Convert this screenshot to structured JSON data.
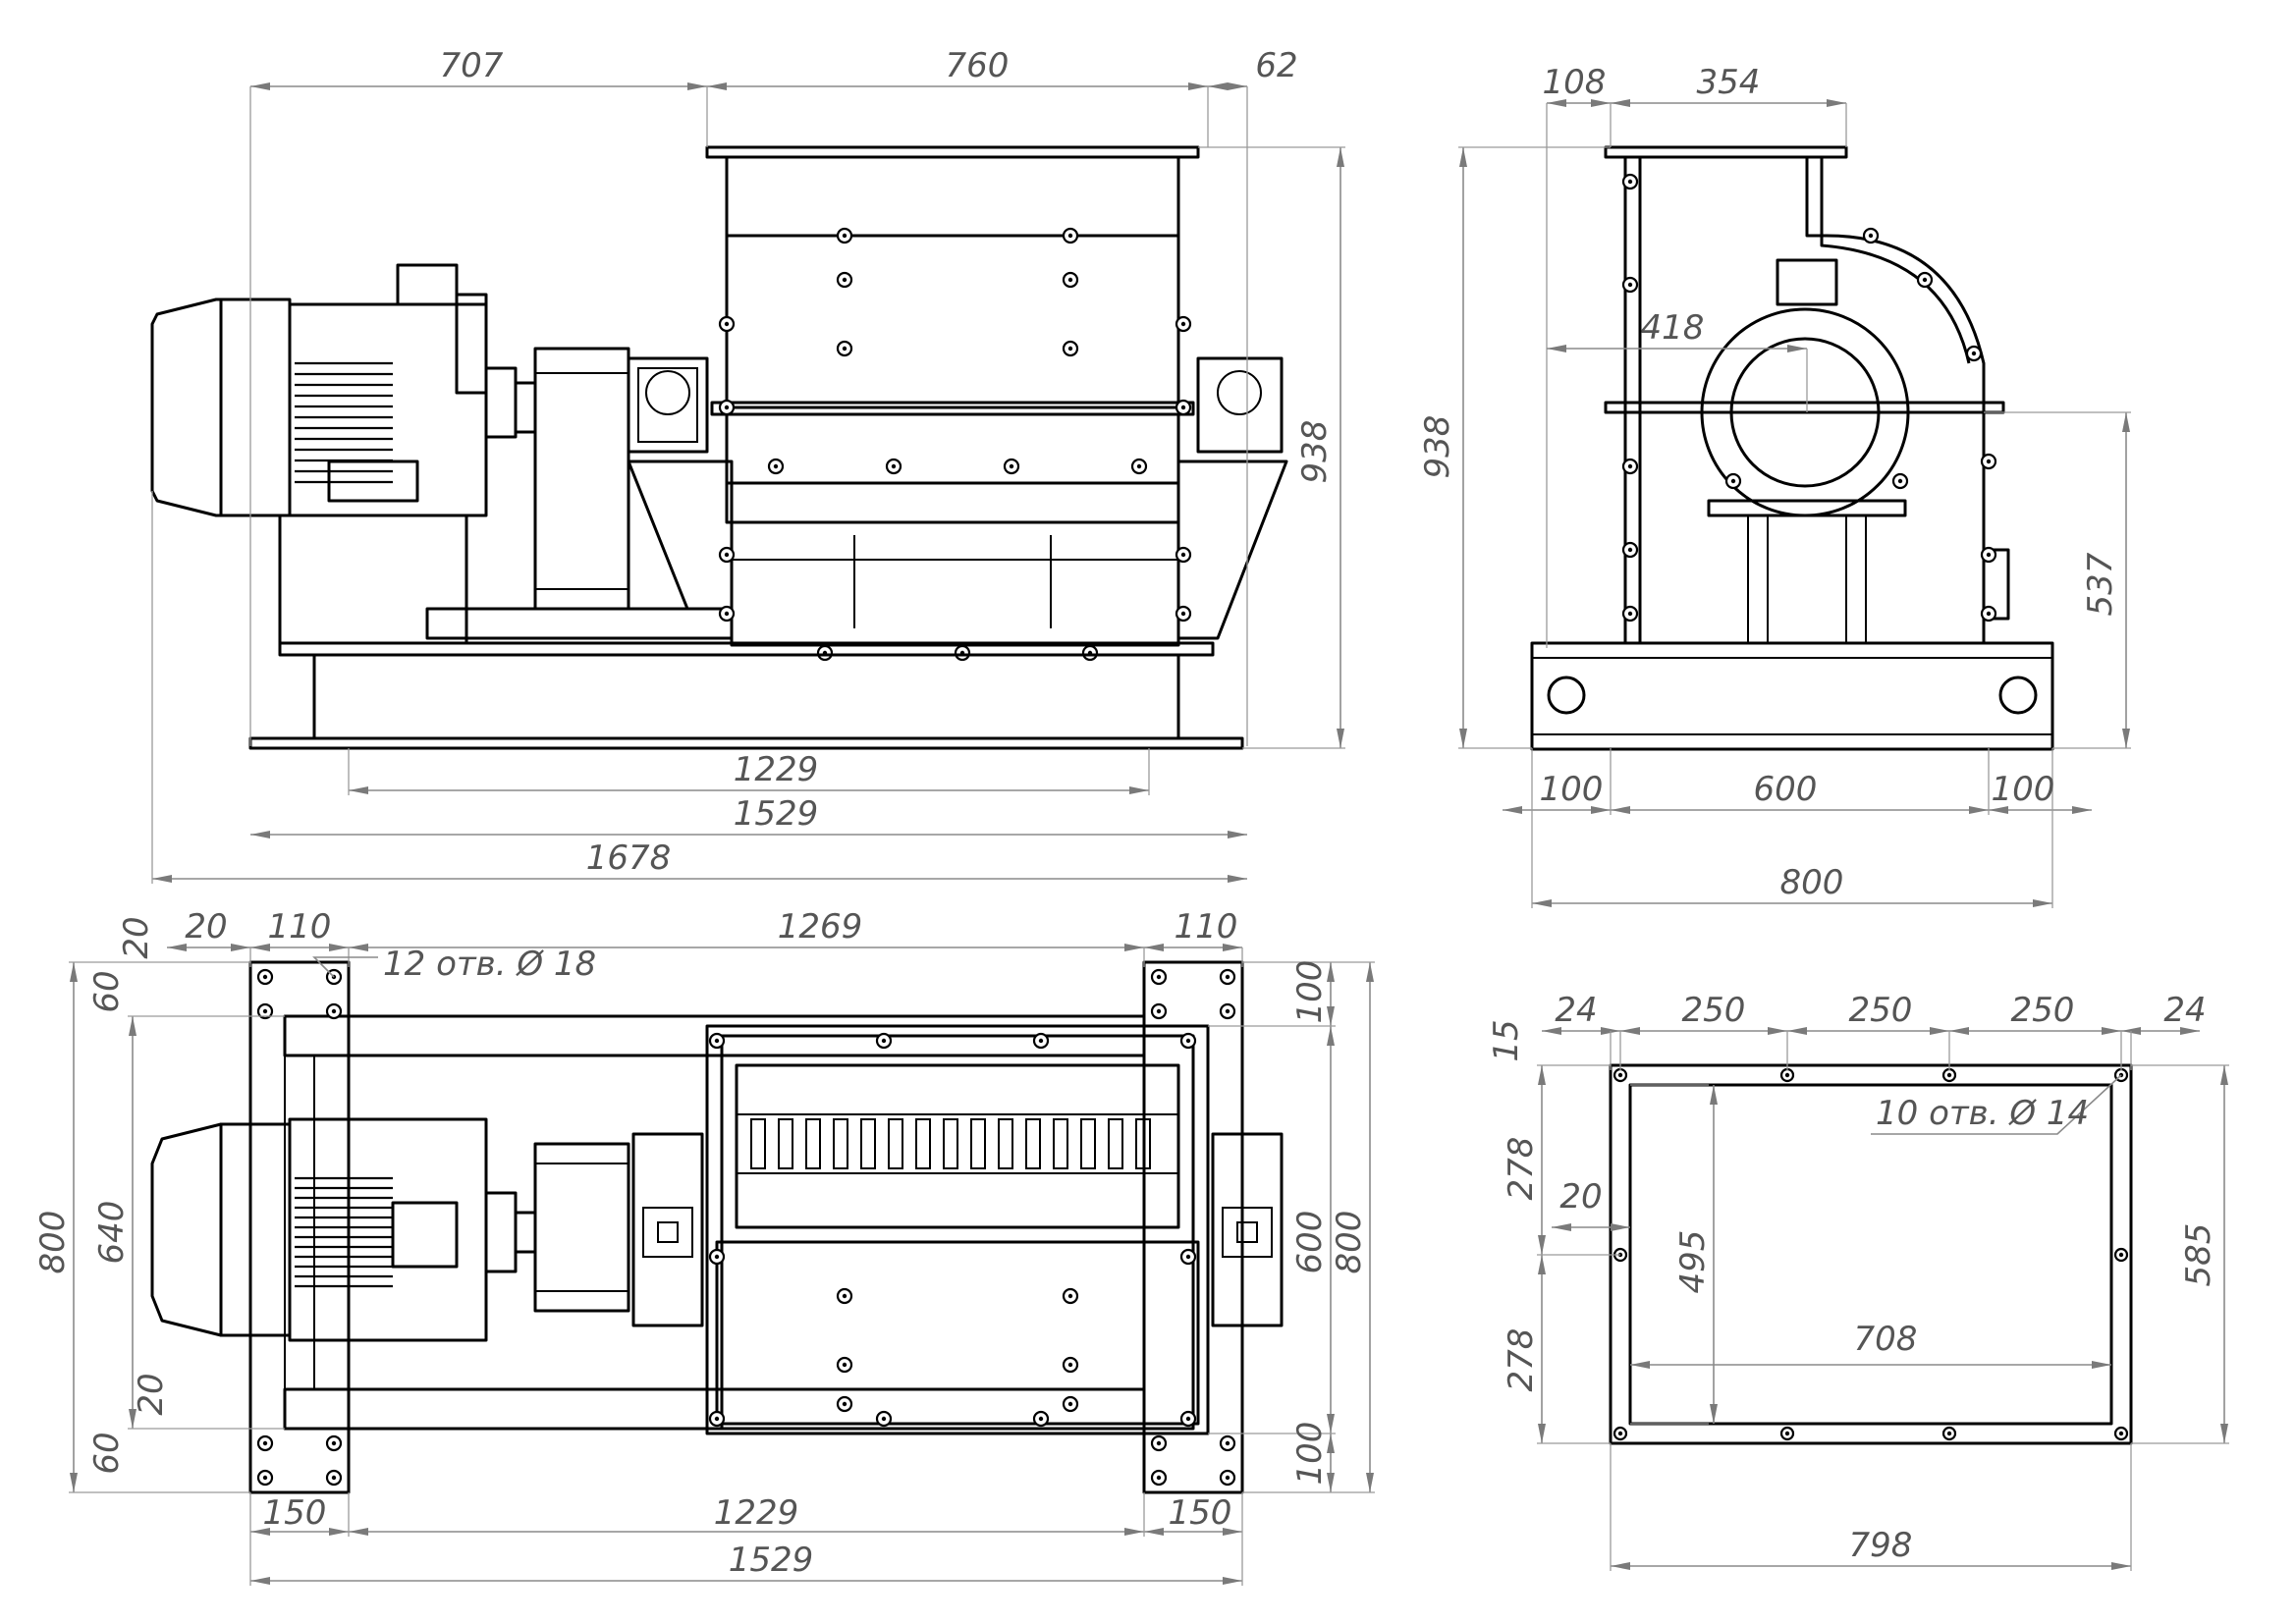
{
  "dimensions": {
    "front_view": {
      "d707": "707",
      "d760": "760",
      "d62": "62",
      "d938": "938",
      "d1229": "1229",
      "d1529": "1529",
      "d1678": "1678"
    },
    "side_view": {
      "d108": "108",
      "d354": "354",
      "d938": "938",
      "d418": "418",
      "d537": "537",
      "d100_left": "100",
      "d600": "600",
      "d100_right": "100",
      "d800": "800"
    },
    "top_view": {
      "d20_top": "20",
      "d20_top2": "20",
      "d110_left": "110",
      "d1269": "1269",
      "d110_right": "110",
      "holes_note": "12 отв. Ø 18",
      "d60_top": "60",
      "d800_left": "800",
      "d640": "640",
      "d20_bottom": "20",
      "d60_bottom": "60",
      "d100_top_right": "100",
      "d600_right": "600",
      "d800_right": "800",
      "d100_bottom_right": "100",
      "d150_left": "150",
      "d1229": "1229",
      "d150_right": "150",
      "d1529": "1529"
    },
    "flange_view": {
      "d24_left": "24",
      "d250_a": "250",
      "d250_b": "250",
      "d250_c": "250",
      "d24_right": "24",
      "d15": "15",
      "holes_note": "10 отв. Ø 14",
      "d278_top": "278",
      "d20": "20",
      "d495": "495",
      "d708": "708",
      "d585": "585",
      "d278_bottom": "278",
      "d798": "798"
    }
  }
}
